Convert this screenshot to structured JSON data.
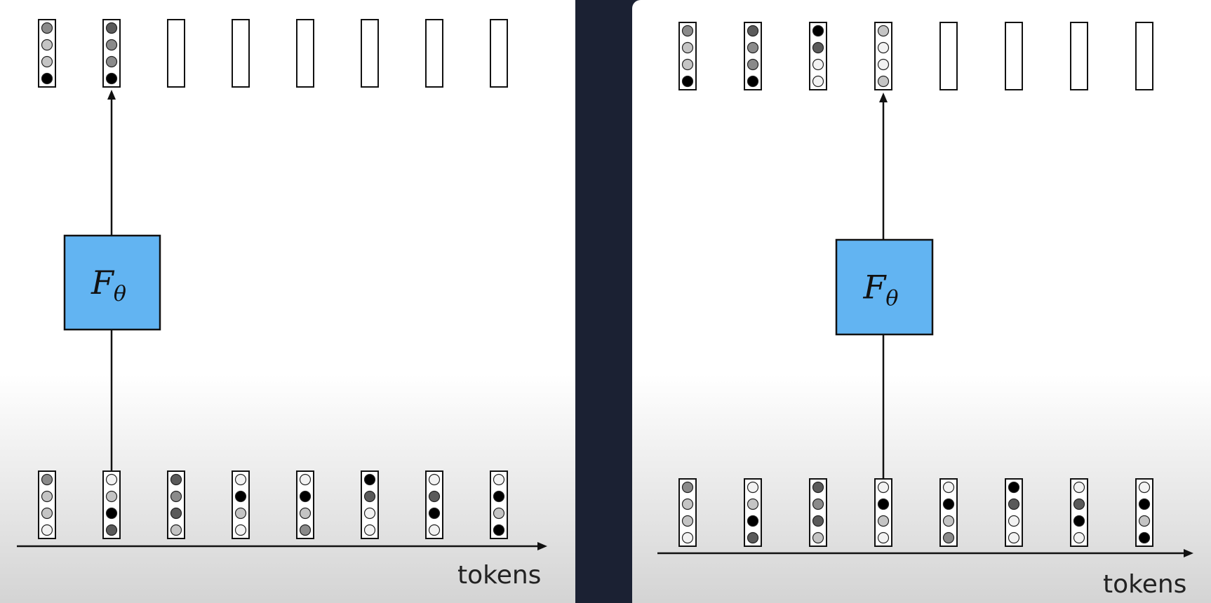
{
  "colors": {
    "background": "#1b2133",
    "box_fill": "#62b4f2",
    "shade": {
      "w": "#f2f2f2",
      "l": "#c4c4c4",
      "m": "#8a8a8a",
      "d": "#5a5a5a",
      "b": "#000000"
    }
  },
  "panels": [
    {
      "function_label": "F",
      "function_subscript": "θ",
      "axis_label": "tokens",
      "active_token_index": 1,
      "outputs": [
        [
          "m",
          "l",
          "l",
          "b"
        ],
        [
          "d",
          "m",
          "m",
          "b"
        ],
        null,
        null,
        null,
        null,
        null,
        null
      ],
      "inputs": [
        [
          "m",
          "l",
          "l",
          "w"
        ],
        [
          "w",
          "l",
          "b",
          "d"
        ],
        [
          "d",
          "m",
          "d",
          "l"
        ],
        [
          "w",
          "b",
          "l",
          "w"
        ],
        [
          "w",
          "b",
          "l",
          "m"
        ],
        [
          "b",
          "d",
          "w",
          "w"
        ],
        [
          "w",
          "d",
          "b",
          "w"
        ],
        [
          "w",
          "b",
          "l",
          "b"
        ]
      ]
    },
    {
      "function_label": "F",
      "function_subscript": "θ",
      "axis_label": "tokens",
      "active_token_index": 3,
      "outputs": [
        [
          "m",
          "l",
          "l",
          "b"
        ],
        [
          "d",
          "m",
          "m",
          "b"
        ],
        [
          "b",
          "d",
          "w",
          "w"
        ],
        [
          "l",
          "w",
          "w",
          "l"
        ],
        null,
        null,
        null,
        null
      ],
      "inputs": [
        [
          "m",
          "l",
          "l",
          "w"
        ],
        [
          "w",
          "l",
          "b",
          "d"
        ],
        [
          "d",
          "m",
          "d",
          "l"
        ],
        [
          "w",
          "b",
          "l",
          "w"
        ],
        [
          "w",
          "b",
          "l",
          "m"
        ],
        [
          "b",
          "d",
          "w",
          "w"
        ],
        [
          "w",
          "d",
          "b",
          "w"
        ],
        [
          "w",
          "b",
          "l",
          "b"
        ]
      ]
    }
  ]
}
